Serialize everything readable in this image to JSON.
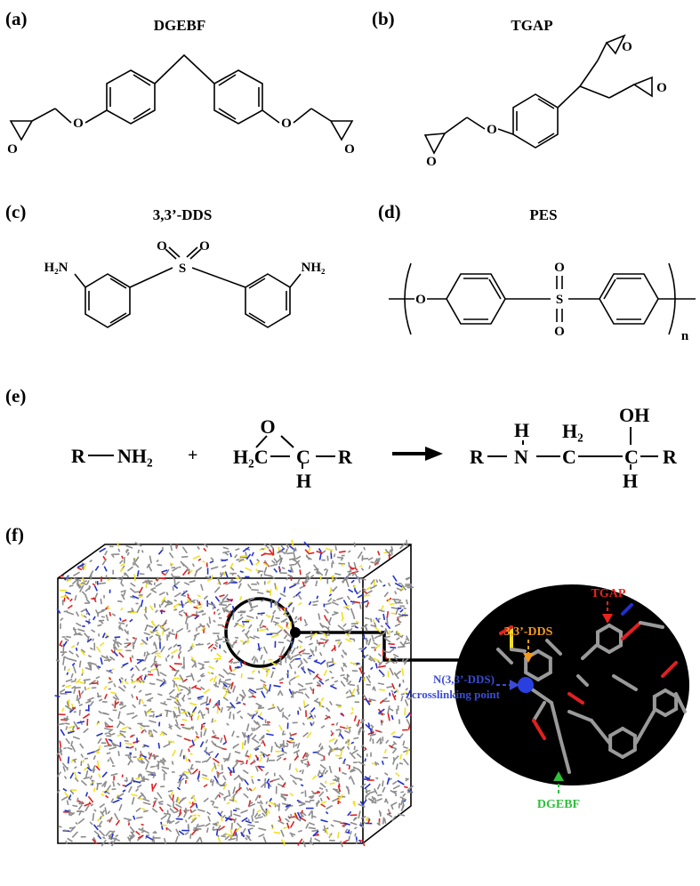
{
  "panels": {
    "a": {
      "label": "(a)",
      "name": "DGEBF"
    },
    "b": {
      "label": "(b)",
      "name": "TGAP"
    },
    "c": {
      "label": "(c)",
      "name": "3,3’-DDS"
    },
    "d": {
      "label": "(d)",
      "name": "PES"
    },
    "e": {
      "label": "(e)"
    },
    "f": {
      "label": "(f)"
    }
  },
  "atoms": {
    "O": "O",
    "S": "S",
    "H2N": "H₂N",
    "NH2": "NH₂",
    "n": "n"
  },
  "reaction": {
    "r1_R": "R",
    "r1_NH2": "NH₂",
    "plus": "+",
    "epoxide_O": "O",
    "epoxide_H2C": "H₂C",
    "epoxide_C": "C",
    "epoxide_R": "R",
    "epoxide_H": "H",
    "p_R1": "R",
    "p_N": "N",
    "p_H_on_N": "H",
    "p_C1": "C",
    "p_H2": "H₂",
    "p_C2": "C",
    "p_OH": "OH",
    "p_H": "H",
    "p_R2": "R"
  },
  "inset": {
    "tgap_label": "TGAP",
    "dds_label": "3,3’-DDS",
    "n_label_line1": "N(3,3’-DDS)",
    "n_label_line2": ": crosslinking point",
    "dgebf_label": "DGEBF"
  },
  "colors": {
    "tgap": "#e8231c",
    "dds": "#f39a1e",
    "crosslink": "#3a4bd6",
    "dgebf": "#2fbf3a",
    "molecule_gray": "#8c8c8c",
    "oxygen_red": "#e02020",
    "nitrogen_blue": "#2030d0",
    "sulfur_yellow": "#f2e020",
    "inset_bg": "#000000"
  }
}
